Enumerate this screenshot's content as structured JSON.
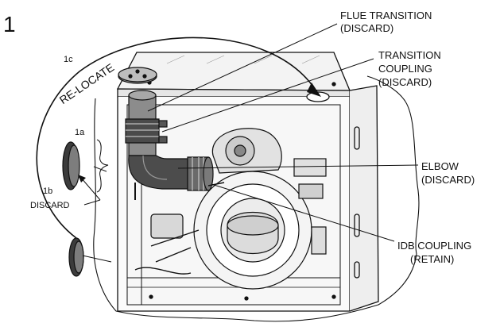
{
  "figure": {
    "number": "1",
    "labels": {
      "flue_transition": [
        "FLUE TRANSITION",
        "(DISCARD)"
      ],
      "transition_coupling": [
        "TRANSITION",
        "COUPLING",
        "(DISCARD)"
      ],
      "elbow": [
        "ELBOW",
        "(DISCARD)"
      ],
      "idb_coupling": [
        "IDB COUPLING",
        "(RETAIN)"
      ],
      "relocate": "RE-LOCATE",
      "callout_1c": "1c",
      "callout_1a": "1a",
      "callout_1b": "1b",
      "discard": "DISCARD"
    }
  },
  "colors": {
    "line": "#111111",
    "part_dark": "#3a3a3a",
    "part_mid": "#8a8a8a",
    "panel": "#f2f2f2"
  }
}
